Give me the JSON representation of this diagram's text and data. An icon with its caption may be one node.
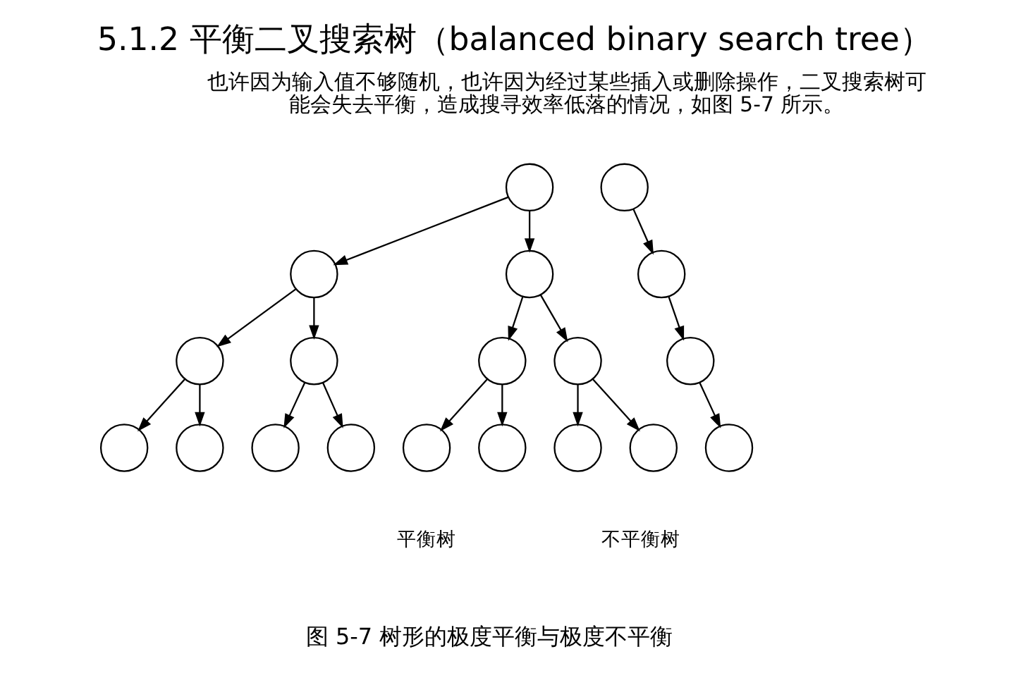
{
  "diagram": {
    "title": "5.1.2 平衡二叉搜索树（balanced binary search tree）",
    "caption": "图 5-7 树形的极度平衡与极度不平衡",
    "nodes": [
      {
        "text": [],
        "shape": "circle"
      },
      {
        "text": [],
        "shape": "circle"
      },
      {
        "text": [],
        "shape": "circle"
      },
      {
        "text": [],
        "shape": "circle"
      },
      {
        "text": [],
        "shape": "circle"
      },
      {
        "text": [],
        "shape": "circle"
      },
      {
        "text": [],
        "shape": "circle"
      },
      {
        "text": [],
        "shape": "circle"
      },
      {
        "text": [],
        "shape": "circle"
      },
      {
        "text": [],
        "shape": "circle"
      },
      {
        "text": [],
        "shape": "circle"
      },
      {
        "text": [],
        "shape": "circle"
      },
      {
        "text": [],
        "shape": "circle"
      },
      {
        "text": [],
        "shape": "circle"
      },
      {
        "text": [],
        "shape": "circle"
      },
      {
        "text": [],
        "shape": "circle"
      },
      {
        "text": [],
        "shape": "circle"
      },
      {
        "text": [],
        "shape": "circle"
      },
      {
        "text": [],
        "shape": "circle"
      }
    ],
    "edges": [
      {
        "from": 0,
        "to": 1,
        "arrow": "to"
      },
      {
        "from": 0,
        "to": 2,
        "arrow": "to"
      },
      {
        "from": 1,
        "to": 3,
        "arrow": "to"
      },
      {
        "from": 1,
        "to": 4,
        "arrow": "to"
      },
      {
        "from": 2,
        "to": 5,
        "arrow": "to"
      },
      {
        "from": 2,
        "to": 6,
        "arrow": "to"
      },
      {
        "from": 3,
        "to": 7,
        "arrow": "to"
      },
      {
        "from": 3,
        "to": 8,
        "arrow": "to"
      },
      {
        "from": 4,
        "to": 9,
        "arrow": "to"
      },
      {
        "from": 4,
        "to": 10,
        "arrow": "to"
      },
      {
        "from": 5,
        "to": 11,
        "arrow": "to"
      },
      {
        "from": 5,
        "to": 12,
        "arrow": "to"
      },
      {
        "from": 6,
        "to": 13,
        "arrow": "to"
      },
      {
        "from": 6,
        "to": 14,
        "arrow": "to"
      },
      {
        "from": 15,
        "to": 16,
        "arrow": "to"
      },
      {
        "from": 16,
        "to": 17,
        "arrow": "to"
      },
      {
        "from": 17,
        "to": 18,
        "arrow": "to"
      }
    ],
    "labels": [
      "也许因为输入值不够随机，也许因为经过某些插入或删除操作，二叉搜索树可能会失去平衡，造成搜寻效率低落的情况，如图 5-7 所示。",
      "平衡树",
      "不平衡树"
    ]
  }
}
